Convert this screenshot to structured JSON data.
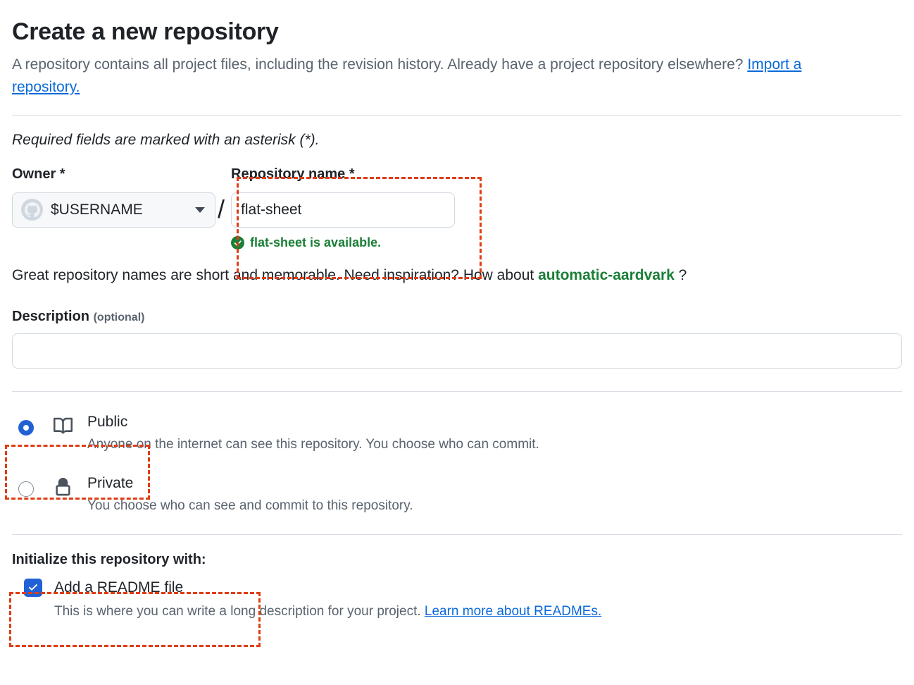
{
  "header": {
    "title": "Create a new repository",
    "description_part1": "A repository contains all project files, including the revision history. Already have a project repository elsewhere? ",
    "import_link": "Import a repository.",
    "required_note": "Required fields are marked with an asterisk (*)."
  },
  "owner": {
    "label": "Owner *",
    "value": "$USERNAME",
    "avatar_icon": "github-octocat-icon",
    "chevron_icon": "chevron-down-icon"
  },
  "separator": "/",
  "repository": {
    "label": "Repository name *",
    "value": "flat-sheet",
    "placeholder": "",
    "availability": "flat-sheet is available.",
    "availability_icon": "check-circle-fill-icon",
    "availability_color": "#1a7f37"
  },
  "inspiration": {
    "prefix": "Great repository names are short and memorable. Need inspiration? How about ",
    "suggestion": "automatic-aardvark",
    "suffix": " ?"
  },
  "description": {
    "label": "Description",
    "optional": "(optional)",
    "value": "",
    "placeholder": ""
  },
  "visibility": {
    "options": [
      {
        "name": "Public",
        "icon": "repo-book-icon",
        "description": "Anyone on the internet can see this repository. You choose who can commit.",
        "selected": true
      },
      {
        "name": "Private",
        "icon": "lock-icon",
        "description": "You choose who can see and commit to this repository.",
        "selected": false
      }
    ]
  },
  "initialize": {
    "label": "Initialize this repository with:",
    "readme_label": "Add a README file",
    "readme_checked": true,
    "readme_help": "This is where you can write a long description for your project. ",
    "readme_link": "Learn more about READMEs."
  },
  "colors": {
    "accent": "#0969da",
    "selected_control": "#2062d4",
    "success": "#1a7f37",
    "annotation": "#e03c14",
    "muted_text": "#59636e",
    "border": "#d1d9e0"
  }
}
